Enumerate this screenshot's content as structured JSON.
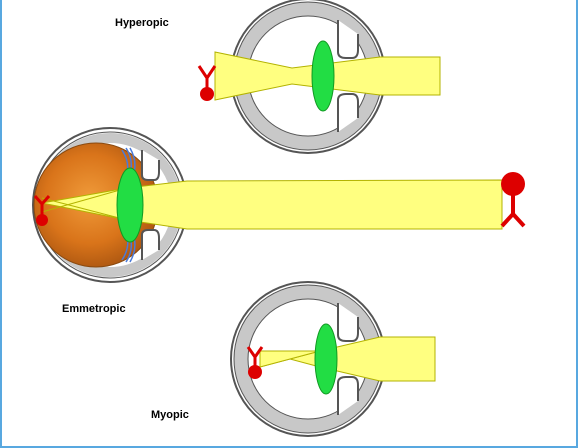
{
  "labels": {
    "hyperopic": "Hyperopic",
    "emmetropic": "Emmetropic",
    "myopic": "Myopic"
  },
  "colors": {
    "eyeball_outline": "#555555",
    "eyeball_fill": "#ffffff",
    "inner_ring": "#dcdcdc",
    "lens": "#22dd44",
    "light_beam": "#ffff80",
    "beam_outline": "#999900",
    "object": "#dd0000",
    "retina_orange": "#e07a1a",
    "frame_border": "#58a8e0"
  },
  "icons": [
    "red-arrow-object-icon",
    "inverted-image-icon"
  ]
}
